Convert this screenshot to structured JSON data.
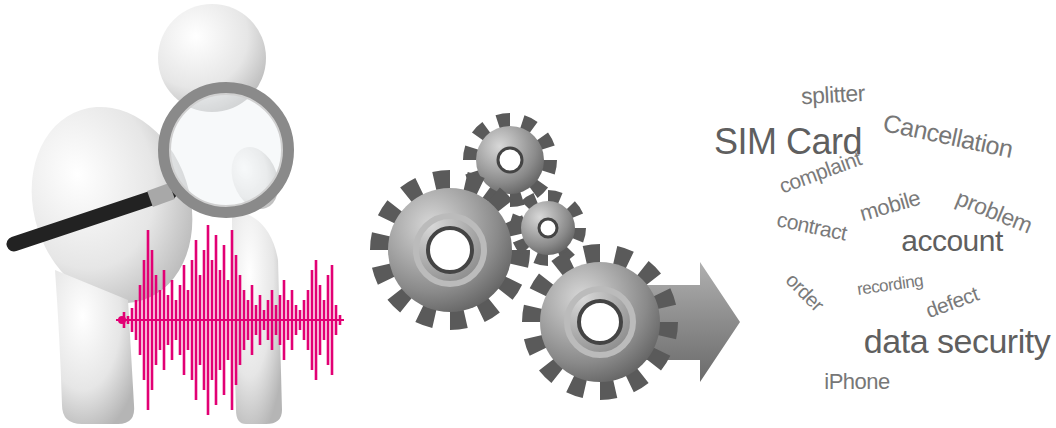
{
  "diagram": {
    "labels": [
      "splitter",
      "SIM Card",
      "Cancellation",
      "complaint",
      "mobile",
      "problem",
      "contract",
      "account",
      "order",
      "recording",
      "defect",
      "data security",
      "iPhone"
    ]
  }
}
